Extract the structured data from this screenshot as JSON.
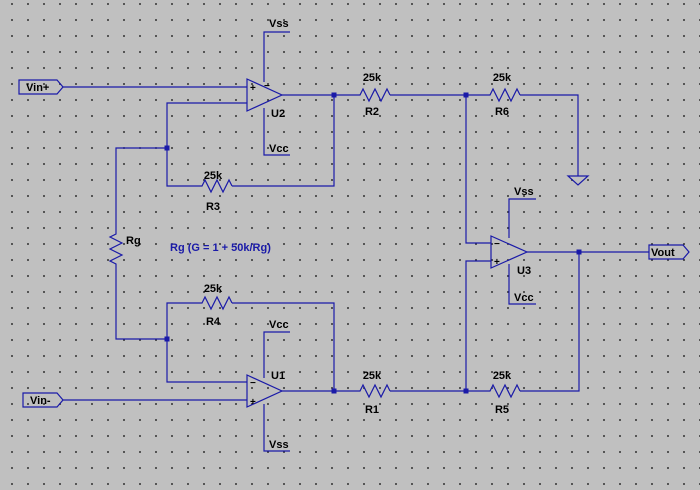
{
  "ports": {
    "vin_plus": "Vin+",
    "vin_minus": "Vin-",
    "vout": "Vout"
  },
  "opamps": {
    "u1": "U1",
    "u2": "U2",
    "u3": "U3"
  },
  "supplies": {
    "u2_top": "Vss",
    "u2_bottom": "Vcc",
    "u1_top": "Vcc",
    "u1_bottom": "Vss",
    "u3_top": "Vss",
    "u3_bottom": "Vcc"
  },
  "resistors": {
    "r1": {
      "name": "R1",
      "value": "25k"
    },
    "r2": {
      "name": "R2",
      "value": "25k"
    },
    "r3": {
      "name": "R3",
      "value": "25k"
    },
    "r4": {
      "name": "R4",
      "value": "25k"
    },
    "r5": {
      "name": "R5",
      "value": "25k"
    },
    "r6": {
      "name": "R6",
      "value": "25k"
    },
    "rg": {
      "name": "Rg"
    }
  },
  "annotation": "Rg (G = 1 + 50k/Rg)",
  "opamp_signs": {
    "minus": "−",
    "plus": "+"
  }
}
